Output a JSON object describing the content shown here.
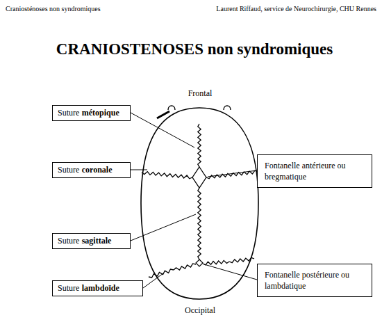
{
  "diagram": {
    "title": "CRANIOSTENOSES non syndromiques",
    "nodes": [
      {
        "text": [
          "Suture",
          "métopique"
        ]
      },
      {
        "text": [
          "Fontanelle antérieure ou bregmatique"
        ]
      },
      {
        "text": [
          "Suture",
          "coronale"
        ]
      },
      {
        "text": [
          "Suture",
          "sagittale"
        ]
      },
      {
        "text": [
          "Fontanelle postérieure ou lambdatique"
        ]
      },
      {
        "text": [
          "Suture",
          "lambdoïde"
        ]
      }
    ],
    "labels": [
      "Craniosténoses non syndromiques",
      "Laurent Riffaud, service de Neurochirurgie, CHU Rennes",
      "Frontal",
      "Occipital"
    ]
  }
}
